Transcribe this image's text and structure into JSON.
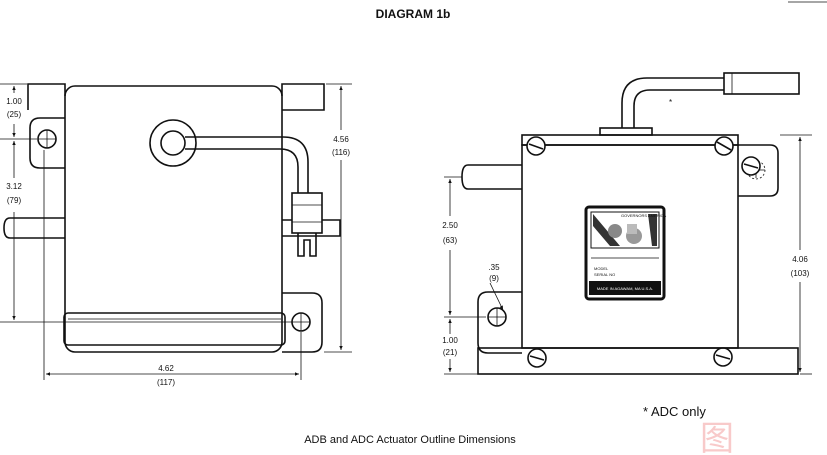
{
  "title": "DIAGRAM 1b",
  "caption": "ADB and ADC Actuator Outline Dimensions",
  "note": "* ADC only",
  "star": "*",
  "left_view": {
    "dims": {
      "top_flange": "1.00",
      "top_flange_mm": "(25)",
      "height": "4.56",
      "height_mm": "(116)",
      "hole_spacing": "3.12",
      "hole_spacing_mm": "(79)",
      "width": "4.62",
      "width_mm": "(117)"
    }
  },
  "right_view": {
    "dims": {
      "side_offset": "2.50",
      "side_offset_mm": "(63)",
      "hole_dia": ".35",
      "hole_dia_mm": "(9)",
      "bottom_flange": "1.00",
      "bottom_flange_mm": "(21)",
      "height": "4.06",
      "height_mm": "(103)"
    },
    "label_plate": {
      "model": "MODEL",
      "serial": "SERIAL NO",
      "made_in": "MADE IN AGAWAM, MA U.S.A.",
      "brand": "GOVERNORS AMERICA"
    }
  },
  "watermark": "图"
}
